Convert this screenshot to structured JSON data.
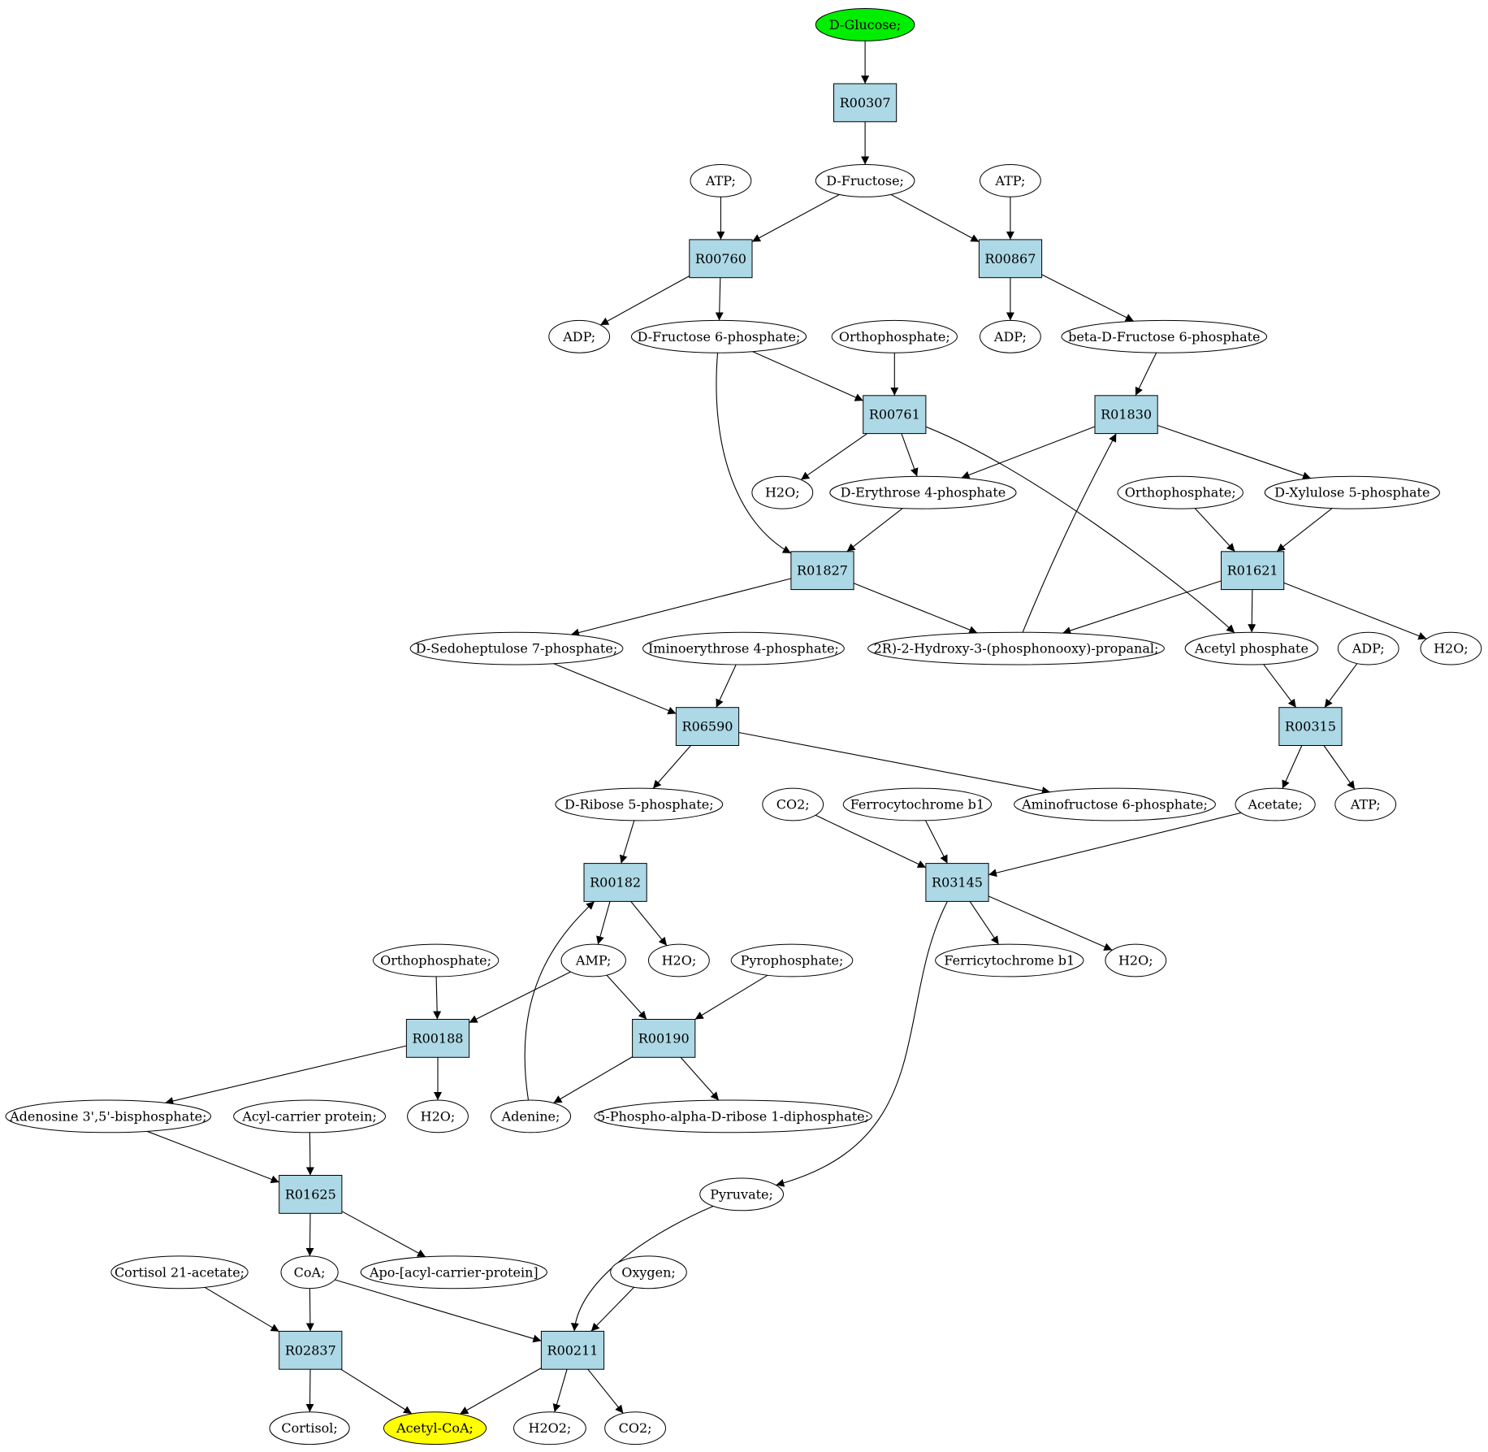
{
  "colors": {
    "reaction_fill": "#add8e6",
    "metabolite_fill": "#ffffff",
    "start_fill": "#00ee00",
    "end_fill": "#ffff00",
    "stroke": "#000000"
  },
  "nodes": [
    {
      "id": "n_glucose",
      "label": "D-Glucose;",
      "type": "start"
    },
    {
      "id": "r00307",
      "label": "R00307",
      "type": "reaction"
    },
    {
      "id": "n_fructose",
      "label": "D-Fructose;",
      "type": "metabolite"
    },
    {
      "id": "n_atp1",
      "label": "ATP;",
      "type": "metabolite"
    },
    {
      "id": "n_atp2",
      "label": "ATP;",
      "type": "metabolite"
    },
    {
      "id": "r00760",
      "label": "R00760",
      "type": "reaction"
    },
    {
      "id": "r00867",
      "label": "R00867",
      "type": "reaction"
    },
    {
      "id": "n_adp1",
      "label": "ADP;",
      "type": "metabolite"
    },
    {
      "id": "n_f6p",
      "label": "D-Fructose 6-phosphate;",
      "type": "metabolite"
    },
    {
      "id": "n_ortho1",
      "label": "Orthophosphate;",
      "type": "metabolite"
    },
    {
      "id": "n_adp2",
      "label": "ADP;",
      "type": "metabolite"
    },
    {
      "id": "n_bf6p",
      "label": "beta-D-Fructose 6-phosphate",
      "type": "metabolite"
    },
    {
      "id": "r00761",
      "label": "R00761",
      "type": "reaction"
    },
    {
      "id": "r01830",
      "label": "R01830",
      "type": "reaction"
    },
    {
      "id": "n_h2o1",
      "label": "H2O;",
      "type": "metabolite"
    },
    {
      "id": "n_e4p",
      "label": "D-Erythrose 4-phosphate",
      "type": "metabolite"
    },
    {
      "id": "n_ortho2",
      "label": "Orthophosphate;",
      "type": "metabolite"
    },
    {
      "id": "n_xu5p",
      "label": "D-Xylulose 5-phosphate",
      "type": "metabolite"
    },
    {
      "id": "r01827",
      "label": "R01827",
      "type": "reaction"
    },
    {
      "id": "r01621",
      "label": "R01621",
      "type": "reaction"
    },
    {
      "id": "n_s7p",
      "label": "D-Sedoheptulose 7-phosphate;",
      "type": "metabolite"
    },
    {
      "id": "n_ie4p",
      "label": "Iminoerythrose 4-phosphate;",
      "type": "metabolite"
    },
    {
      "id": "n_g3p",
      "label": "2R)-2-Hydroxy-3-(phosphonooxy)-propanal;",
      "type": "metabolite"
    },
    {
      "id": "n_acp",
      "label": "Acetyl phosphate",
      "type": "metabolite"
    },
    {
      "id": "n_adp3",
      "label": "ADP;",
      "type": "metabolite"
    },
    {
      "id": "n_h2o2",
      "label": "H2O;",
      "type": "metabolite"
    },
    {
      "id": "r06590",
      "label": "R06590",
      "type": "reaction"
    },
    {
      "id": "r00315",
      "label": "R00315",
      "type": "reaction"
    },
    {
      "id": "n_r5p",
      "label": "D-Ribose 5-phosphate;",
      "type": "metabolite"
    },
    {
      "id": "n_co2a",
      "label": "CO2;",
      "type": "metabolite"
    },
    {
      "id": "n_ferro",
      "label": "Ferrocytochrome b1",
      "type": "metabolite"
    },
    {
      "id": "n_af6p",
      "label": "Aminofructose 6-phosphate;",
      "type": "metabolite"
    },
    {
      "id": "n_acetate",
      "label": "Acetate;",
      "type": "metabolite"
    },
    {
      "id": "n_atp3",
      "label": "ATP;",
      "type": "metabolite"
    },
    {
      "id": "r00182",
      "label": "R00182",
      "type": "reaction"
    },
    {
      "id": "r03145",
      "label": "R03145",
      "type": "reaction"
    },
    {
      "id": "n_ortho3",
      "label": "Orthophosphate;",
      "type": "metabolite"
    },
    {
      "id": "n_amp",
      "label": "AMP;",
      "type": "metabolite"
    },
    {
      "id": "n_h2o3",
      "label": "H2O;",
      "type": "metabolite"
    },
    {
      "id": "n_ppi",
      "label": "Pyrophosphate;",
      "type": "metabolite"
    },
    {
      "id": "n_ferri",
      "label": "Ferricytochrome b1",
      "type": "metabolite"
    },
    {
      "id": "n_h2o4",
      "label": "H2O;",
      "type": "metabolite"
    },
    {
      "id": "r00188",
      "label": "R00188",
      "type": "reaction"
    },
    {
      "id": "r00190",
      "label": "R00190",
      "type": "reaction"
    },
    {
      "id": "n_pap",
      "label": "Adenosine 3',5'-bisphosphate;",
      "type": "metabolite"
    },
    {
      "id": "n_acyl",
      "label": "Acyl-carrier protein;",
      "type": "metabolite"
    },
    {
      "id": "n_h2o5",
      "label": "H2O;",
      "type": "metabolite"
    },
    {
      "id": "n_adenine",
      "label": "Adenine;",
      "type": "metabolite"
    },
    {
      "id": "n_prpp",
      "label": "5-Phospho-alpha-D-ribose 1-diphosphate;",
      "type": "metabolite"
    },
    {
      "id": "r01625",
      "label": "R01625",
      "type": "reaction"
    },
    {
      "id": "n_pyruvate",
      "label": "Pyruvate;",
      "type": "metabolite"
    },
    {
      "id": "n_cortac",
      "label": "Cortisol 21-acetate;",
      "type": "metabolite"
    },
    {
      "id": "n_coa",
      "label": "CoA;",
      "type": "metabolite"
    },
    {
      "id": "n_apoacp",
      "label": "Apo-[acyl-carrier-protein]",
      "type": "metabolite"
    },
    {
      "id": "n_oxygen",
      "label": "Oxygen;",
      "type": "metabolite"
    },
    {
      "id": "r02837",
      "label": "R02837",
      "type": "reaction"
    },
    {
      "id": "r00211",
      "label": "R00211",
      "type": "reaction"
    },
    {
      "id": "n_cortisol",
      "label": "Cortisol;",
      "type": "metabolite"
    },
    {
      "id": "n_acetylcoa",
      "label": "Acetyl-CoA;",
      "type": "end"
    },
    {
      "id": "n_h2o2b",
      "label": "H2O2;",
      "type": "metabolite"
    },
    {
      "id": "n_co2b",
      "label": "CO2;",
      "type": "metabolite"
    }
  ],
  "edges": [
    {
      "from": "n_glucose",
      "to": "r00307"
    },
    {
      "from": "r00307",
      "to": "n_fructose"
    },
    {
      "from": "n_fructose",
      "to": "r00760"
    },
    {
      "from": "n_fructose",
      "to": "r00867"
    },
    {
      "from": "n_atp1",
      "to": "r00760"
    },
    {
      "from": "n_atp2",
      "to": "r00867"
    },
    {
      "from": "r00760",
      "to": "n_adp1"
    },
    {
      "from": "r00760",
      "to": "n_f6p"
    },
    {
      "from": "r00867",
      "to": "n_adp2"
    },
    {
      "from": "r00867",
      "to": "n_bf6p"
    },
    {
      "from": "n_f6p",
      "to": "r00761"
    },
    {
      "from": "n_ortho1",
      "to": "r00761"
    },
    {
      "from": "n_f6p",
      "to": "r01827"
    },
    {
      "from": "n_bf6p",
      "to": "r01830"
    },
    {
      "from": "r00761",
      "to": "n_h2o1"
    },
    {
      "from": "r00761",
      "to": "n_e4p"
    },
    {
      "from": "r00761",
      "to": "n_acp"
    },
    {
      "from": "r01830",
      "to": "n_e4p"
    },
    {
      "from": "r01830",
      "to": "n_xu5p"
    },
    {
      "from": "n_g3p",
      "to": "r01830"
    },
    {
      "from": "n_e4p",
      "to": "r01827"
    },
    {
      "from": "n_ortho2",
      "to": "r01621"
    },
    {
      "from": "n_xu5p",
      "to": "r01621"
    },
    {
      "from": "r01827",
      "to": "n_s7p"
    },
    {
      "from": "r01827",
      "to": "n_g3p"
    },
    {
      "from": "r01621",
      "to": "n_g3p"
    },
    {
      "from": "r01621",
      "to": "n_acp"
    },
    {
      "from": "r01621",
      "to": "n_h2o2"
    },
    {
      "from": "n_s7p",
      "to": "r06590"
    },
    {
      "from": "n_ie4p",
      "to": "r06590"
    },
    {
      "from": "n_acp",
      "to": "r00315"
    },
    {
      "from": "n_adp3",
      "to": "r00315"
    },
    {
      "from": "r06590",
      "to": "n_r5p"
    },
    {
      "from": "r06590",
      "to": "n_af6p"
    },
    {
      "from": "r00315",
      "to": "n_acetate"
    },
    {
      "from": "r00315",
      "to": "n_atp3"
    },
    {
      "from": "n_r5p",
      "to": "r00182"
    },
    {
      "from": "n_co2a",
      "to": "r03145"
    },
    {
      "from": "n_ferro",
      "to": "r03145"
    },
    {
      "from": "n_acetate",
      "to": "r03145"
    },
    {
      "from": "r00182",
      "to": "n_amp"
    },
    {
      "from": "r00182",
      "to": "n_h2o3"
    },
    {
      "from": "r03145",
      "to": "n_ferri"
    },
    {
      "from": "r03145",
      "to": "n_h2o4"
    },
    {
      "from": "r03145",
      "to": "n_pyruvate"
    },
    {
      "from": "n_ortho3",
      "to": "r00188"
    },
    {
      "from": "n_amp",
      "to": "r00188"
    },
    {
      "from": "n_amp",
      "to": "r00190"
    },
    {
      "from": "n_ppi",
      "to": "r00190"
    },
    {
      "from": "r00188",
      "to": "n_pap"
    },
    {
      "from": "r00188",
      "to": "n_h2o5"
    },
    {
      "from": "r00190",
      "to": "n_adenine"
    },
    {
      "from": "r00190",
      "to": "n_prpp"
    },
    {
      "from": "n_adenine",
      "to": "r00182"
    },
    {
      "from": "n_pap",
      "to": "r01625"
    },
    {
      "from": "n_acyl",
      "to": "r01625"
    },
    {
      "from": "r01625",
      "to": "n_coa"
    },
    {
      "from": "r01625",
      "to": "n_apoacp"
    },
    {
      "from": "n_cortac",
      "to": "r02837"
    },
    {
      "from": "n_coa",
      "to": "r02837"
    },
    {
      "from": "n_coa",
      "to": "r00211"
    },
    {
      "from": "n_pyruvate",
      "to": "r00211"
    },
    {
      "from": "n_oxygen",
      "to": "r00211"
    },
    {
      "from": "r02837",
      "to": "n_cortisol"
    },
    {
      "from": "r02837",
      "to": "n_acetylcoa"
    },
    {
      "from": "r00211",
      "to": "n_acetylcoa"
    },
    {
      "from": "r00211",
      "to": "n_h2o2b"
    },
    {
      "from": "r00211",
      "to": "n_co2b"
    }
  ]
}
